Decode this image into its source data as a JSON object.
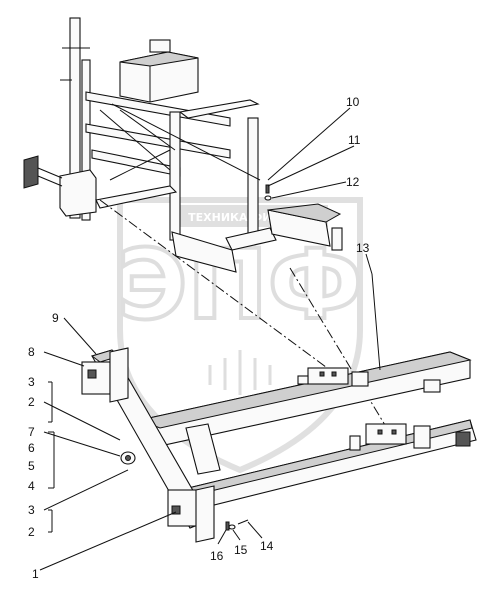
{
  "watermark": {
    "banner_text": "ТЕХНИКА ФИНАНСЫ",
    "logo_text": "ЭПФ",
    "color": "#d0d0d0"
  },
  "callouts": [
    {
      "id": "label-1",
      "text": "1"
    },
    {
      "id": "label-2a",
      "text": "2"
    },
    {
      "id": "label-2b",
      "text": "2"
    },
    {
      "id": "label-3a",
      "text": "3"
    },
    {
      "id": "label-3b",
      "text": "3"
    },
    {
      "id": "label-4",
      "text": "4"
    },
    {
      "id": "label-5",
      "text": "5"
    },
    {
      "id": "label-6",
      "text": "6"
    },
    {
      "id": "label-7",
      "text": "7"
    },
    {
      "id": "label-8",
      "text": "8"
    },
    {
      "id": "label-9",
      "text": "9"
    },
    {
      "id": "label-10",
      "text": "10"
    },
    {
      "id": "label-11",
      "text": "11"
    },
    {
      "id": "label-12",
      "text": "12"
    },
    {
      "id": "label-13",
      "text": "13"
    },
    {
      "id": "label-14",
      "text": "14"
    },
    {
      "id": "label-15",
      "text": "15"
    },
    {
      "id": "label-16",
      "text": "16"
    }
  ]
}
